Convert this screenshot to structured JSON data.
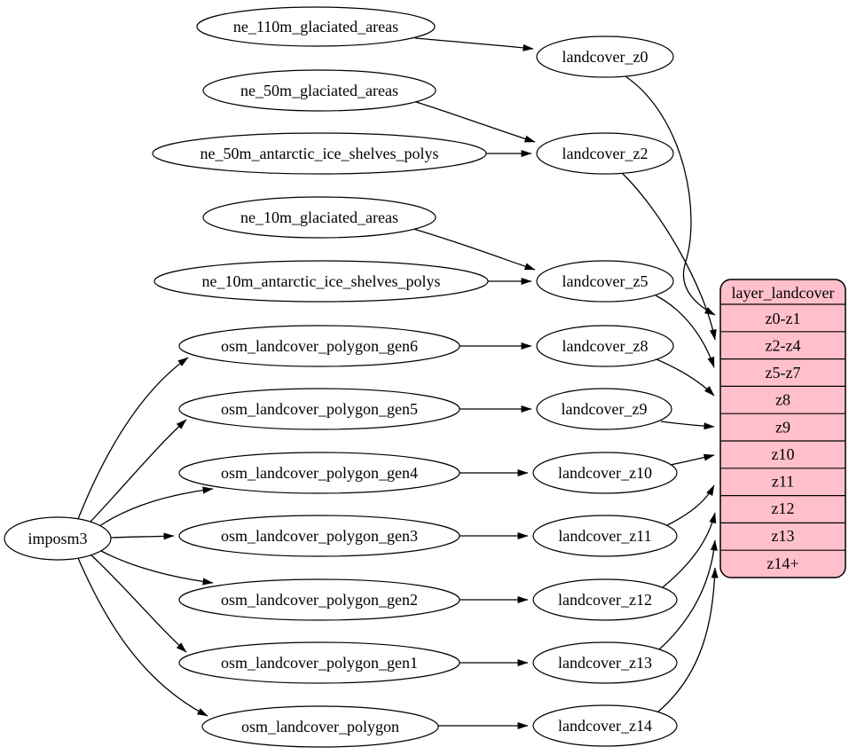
{
  "graph": {
    "description": "ETL flow diagram: imposm3 and Natural Earth source tables feeding landcover zoom-level generalized tables into the layer_landcover tile layer",
    "tool": {
      "label": "imposm3"
    },
    "sources": [
      {
        "label": "ne_110m_glaciated_areas"
      },
      {
        "label": "ne_50m_glaciated_areas"
      },
      {
        "label": "ne_50m_antarctic_ice_shelves_polys"
      },
      {
        "label": "ne_10m_glaciated_areas"
      },
      {
        "label": "ne_10m_antarctic_ice_shelves_polys"
      },
      {
        "label": "osm_landcover_polygon_gen6"
      },
      {
        "label": "osm_landcover_polygon_gen5"
      },
      {
        "label": "osm_landcover_polygon_gen4"
      },
      {
        "label": "osm_landcover_polygon_gen3"
      },
      {
        "label": "osm_landcover_polygon_gen2"
      },
      {
        "label": "osm_landcover_polygon_gen1"
      },
      {
        "label": "osm_landcover_polygon"
      }
    ],
    "stages": [
      {
        "label": "landcover_z0"
      },
      {
        "label": "landcover_z2"
      },
      {
        "label": "landcover_z5"
      },
      {
        "label": "landcover_z8"
      },
      {
        "label": "landcover_z9"
      },
      {
        "label": "landcover_z10"
      },
      {
        "label": "landcover_z11"
      },
      {
        "label": "landcover_z12"
      },
      {
        "label": "landcover_z13"
      },
      {
        "label": "landcover_z14"
      }
    ],
    "layer": {
      "title": "layer_landcover",
      "rows": [
        "z0-z1",
        "z2-z4",
        "z5-z7",
        "z8",
        "z9",
        "z10",
        "z11",
        "z12",
        "z13",
        "z14+"
      ]
    },
    "colors": {
      "layer_fill": "#ffc0cb",
      "node_fill": "#ffffff",
      "edge": "#000000",
      "background": "#ffffff"
    },
    "edges": [
      {
        "from": "imposm3",
        "to": "osm_landcover_polygon_gen6"
      },
      {
        "from": "imposm3",
        "to": "osm_landcover_polygon_gen5"
      },
      {
        "from": "imposm3",
        "to": "osm_landcover_polygon_gen4"
      },
      {
        "from": "imposm3",
        "to": "osm_landcover_polygon_gen3"
      },
      {
        "from": "imposm3",
        "to": "osm_landcover_polygon_gen2"
      },
      {
        "from": "imposm3",
        "to": "osm_landcover_polygon_gen1"
      },
      {
        "from": "imposm3",
        "to": "osm_landcover_polygon"
      },
      {
        "from": "ne_110m_glaciated_areas",
        "to": "landcover_z0"
      },
      {
        "from": "ne_50m_glaciated_areas",
        "to": "landcover_z2"
      },
      {
        "from": "ne_50m_antarctic_ice_shelves_polys",
        "to": "landcover_z2"
      },
      {
        "from": "ne_10m_glaciated_areas",
        "to": "landcover_z5"
      },
      {
        "from": "ne_10m_antarctic_ice_shelves_polys",
        "to": "landcover_z5"
      },
      {
        "from": "osm_landcover_polygon_gen6",
        "to": "landcover_z8"
      },
      {
        "from": "osm_landcover_polygon_gen5",
        "to": "landcover_z9"
      },
      {
        "from": "osm_landcover_polygon_gen4",
        "to": "landcover_z10"
      },
      {
        "from": "osm_landcover_polygon_gen3",
        "to": "landcover_z11"
      },
      {
        "from": "osm_landcover_polygon_gen2",
        "to": "landcover_z12"
      },
      {
        "from": "osm_landcover_polygon_gen1",
        "to": "landcover_z13"
      },
      {
        "from": "osm_landcover_polygon",
        "to": "landcover_z14"
      },
      {
        "from": "landcover_z0",
        "to": "layer_landcover:z0-z1"
      },
      {
        "from": "landcover_z2",
        "to": "layer_landcover:z2-z4"
      },
      {
        "from": "landcover_z5",
        "to": "layer_landcover:z5-z7"
      },
      {
        "from": "landcover_z8",
        "to": "layer_landcover:z8"
      },
      {
        "from": "landcover_z9",
        "to": "layer_landcover:z9"
      },
      {
        "from": "landcover_z10",
        "to": "layer_landcover:z10"
      },
      {
        "from": "landcover_z11",
        "to": "layer_landcover:z11"
      },
      {
        "from": "landcover_z12",
        "to": "layer_landcover:z12"
      },
      {
        "from": "landcover_z13",
        "to": "layer_landcover:z13"
      },
      {
        "from": "landcover_z14",
        "to": "layer_landcover:z14+"
      }
    ]
  }
}
